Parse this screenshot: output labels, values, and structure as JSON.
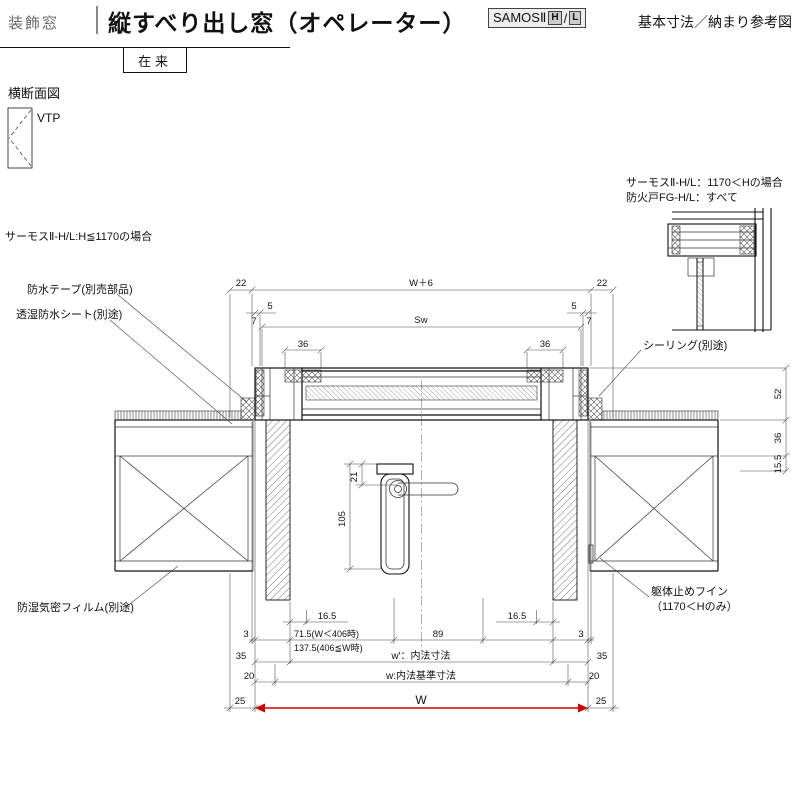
{
  "header": {
    "category": "装飾窓",
    "title": "縦すべり出し窓（オペレーター）",
    "badge_brand": "SAMOSⅡ",
    "badge_h": "H",
    "badge_sep": "/",
    "badge_l": "L",
    "note": "基本寸法／納まり参考図",
    "construction": "在来"
  },
  "side": {
    "section_title": "横断面図",
    "vtp": "VTP",
    "case_low": "サーモスⅡ-H/L:H≦1170の場合",
    "case_high_line1": "サーモスⅡ-H/L：1170＜Hの場合",
    "case_high_line2": "防火戸FG-H/L：すべて"
  },
  "callouts": {
    "waterproof_tape": "防水テープ(別売部品)",
    "moisture_sheet": "透湿防水シート(別途)",
    "sealing": "シーリング(別途)",
    "moisture_film": "防湿気密フィルム(別途)",
    "body_fin_line1": "躯体止めフイン",
    "body_fin_line2": "（1170＜Hのみ）"
  },
  "dims": {
    "top_w6": "W＋6",
    "top_22_l": "22",
    "top_22_r": "22",
    "top_5_l": "5",
    "top_5_r": "5",
    "top_sw": "Sw",
    "top_7_l": "7",
    "top_7_r": "7",
    "top_36_l": "36",
    "top_36_r": "36",
    "right_52": "52",
    "right_36": "36",
    "right_15_5": "15.5",
    "handle_21": "21",
    "handle_105": "105",
    "bot_16_5_l": "16.5",
    "bot_16_5_r": "16.5",
    "bot_3_l": "3",
    "bot_3_r": "3",
    "bot_71_5": "71.5(W＜406時)",
    "bot_137_5": "137.5(406≦W時)",
    "bot_89": "89",
    "w_prime": "w'：内法寸法",
    "bot_35_l": "35",
    "bot_35_r": "35",
    "bot_20_l": "20",
    "bot_20_r": "20",
    "w_base": "w:内法基準寸法",
    "bot_25_l": "25",
    "bot_25_r": "25",
    "w_total": "W"
  },
  "colors": {
    "accent_red": "#cc0000",
    "line": "#111111"
  }
}
